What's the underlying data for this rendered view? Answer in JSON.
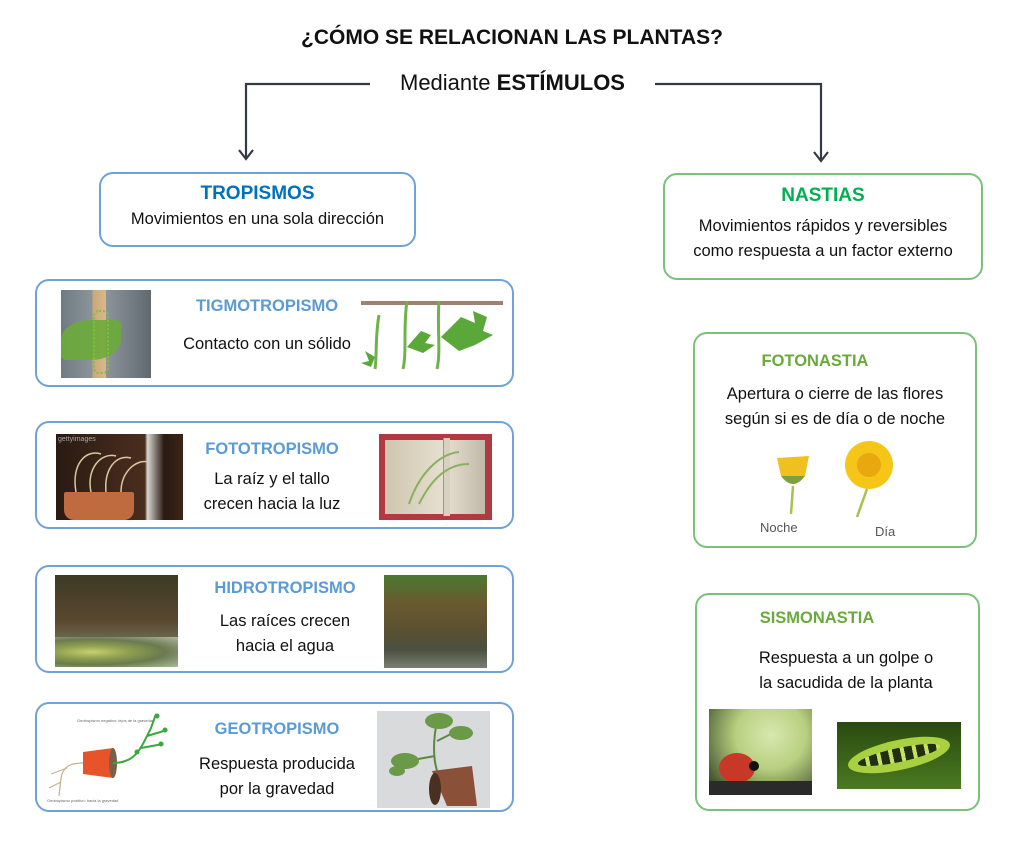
{
  "title": "¿CÓMO SE RELACIONAN LAS PLANTAS?",
  "subtitle": {
    "prefix": "Mediante",
    "emphasis": "ESTÍMULOS"
  },
  "colors": {
    "tropism_accent": "#0070c0",
    "tropism_sub": "#5b9bd5",
    "nastia_accent": "#00b050",
    "nastia_sub": "#6aaa3c",
    "blue_border": "#6fa3d8",
    "green_border": "#7cc07c",
    "connector": "#333a44"
  },
  "tropismos": {
    "heading": "TROPISMOS",
    "description": "Movimientos en una sola dirección",
    "items": [
      {
        "heading": "TIGMOTROPISMO",
        "lines": [
          "Contacto con un sólido"
        ],
        "images": [
          "tendril-on-stick-photo",
          "climbing-vine-illustration"
        ]
      },
      {
        "heading": "FOTOTROPISMO",
        "lines": [
          "La raíz y el tallo",
          "crecen hacia la luz"
        ],
        "images": [
          "sprouts-in-pot-photo",
          "plant-in-box-photo"
        ],
        "watermark": "gettyimages"
      },
      {
        "heading": "HIDROTROPISMO",
        "lines": [
          "Las raíces crecen",
          "hacia el agua"
        ],
        "images": [
          "mangrove-roots-photo",
          "tree-by-water-photo"
        ]
      },
      {
        "heading": "GEOTROPISMO",
        "lines": [
          "Respuesta producida",
          "por la gravedad"
        ],
        "images": [
          "pot-diagram-illustration",
          "tipped-pot-plant-photo"
        ],
        "diagram_labels": [
          "Geotropismo negativo: lejos de la gravedad",
          "Geotropismo positivo: hacia la gravedad"
        ]
      }
    ]
  },
  "nastias": {
    "heading": "NASTIAS",
    "description_lines": [
      "Movimientos rápidos y reversibles",
      "como respuesta a un factor externo"
    ],
    "items": [
      {
        "heading": "FOTONASTIA",
        "lines": [
          "Apertura o cierre de las flores",
          "según si es de día o de noche"
        ],
        "captions": [
          "Noche",
          "Día"
        ]
      },
      {
        "heading": "SISMONASTIA",
        "lines": [
          "Respuesta a un golpe o",
          "la sacudida de la planta"
        ],
        "images": [
          "ladybug-in-flytrap-photo",
          "closed-flytrap-photo"
        ]
      }
    ]
  }
}
